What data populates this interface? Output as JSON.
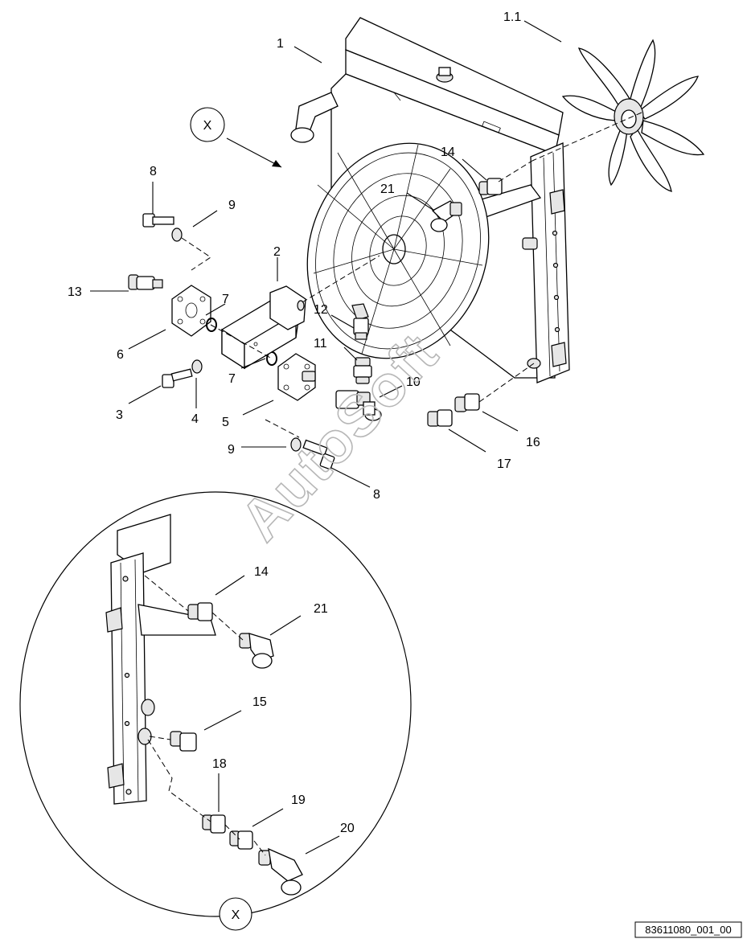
{
  "drawing_reference": "83611080_001_00",
  "watermark": "AutoSoft",
  "detail_marker": "X",
  "callouts": {
    "c1": "1",
    "c1_1": "1.1",
    "c2": "2",
    "c3": "3",
    "c4": "4",
    "c5": "5",
    "c6": "6",
    "c7a": "7",
    "c7b": "7",
    "c8a": "8",
    "c8b": "8",
    "c9a": "9",
    "c9b": "9",
    "c10": "10",
    "c11": "11",
    "c12": "12",
    "c13": "13",
    "c14a": "14",
    "c14b": "14",
    "c15": "15",
    "c16": "16",
    "c17": "17",
    "c18": "18",
    "c19": "19",
    "c20": "20",
    "c21a": "21",
    "c21b": "21"
  }
}
